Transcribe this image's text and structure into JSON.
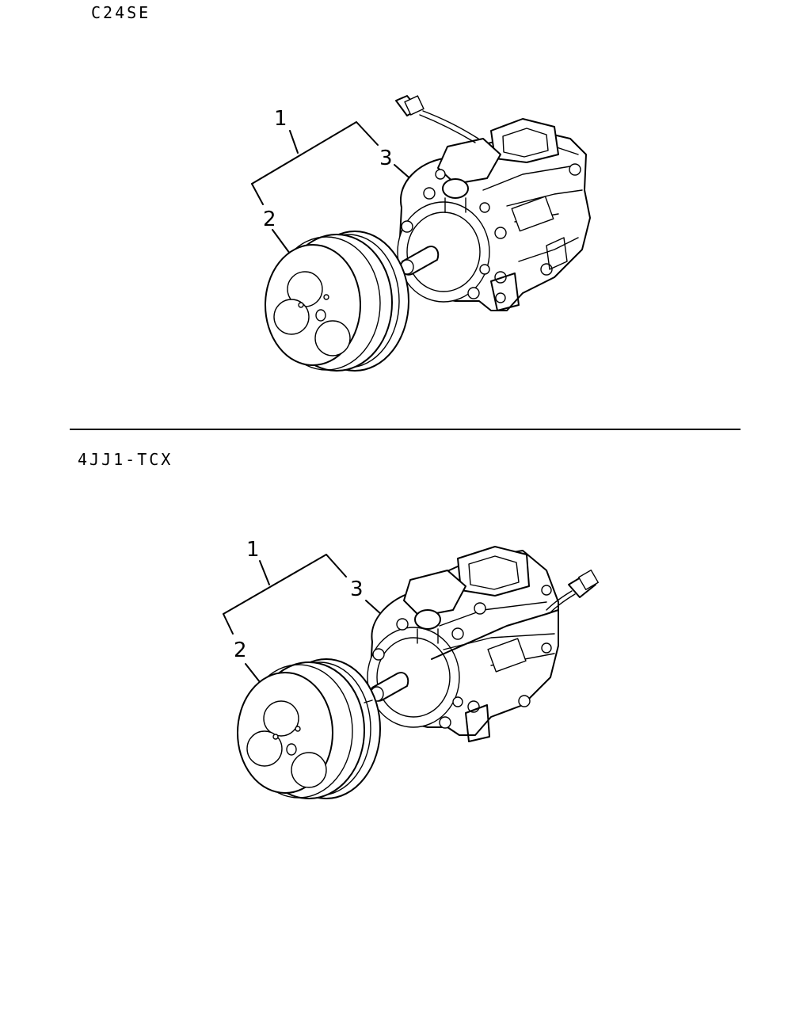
{
  "sections": [
    {
      "label": "C24SE",
      "callouts": {
        "assembly": "1",
        "clutch": "2",
        "compressor": "3"
      }
    },
    {
      "label": "4JJ1-TCX",
      "callouts": {
        "assembly": "1",
        "clutch": "2",
        "compressor": "3"
      }
    }
  ]
}
